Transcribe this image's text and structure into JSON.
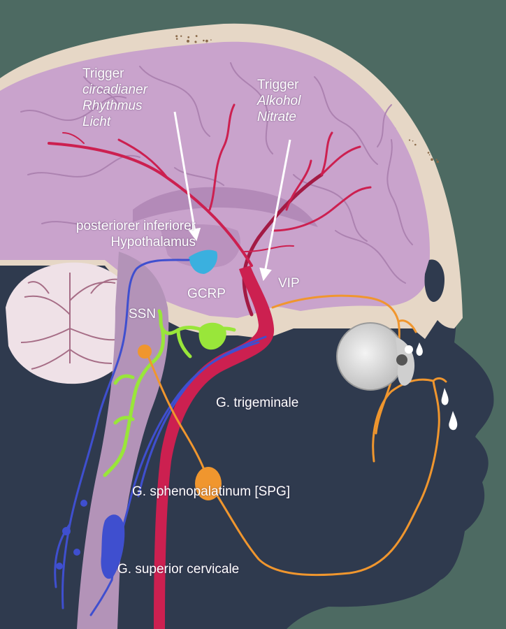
{
  "colors": {
    "background": "#4d6a62",
    "head": "#2f3a4e",
    "skull": "#e6d7c6",
    "brain": "#c9a3cc",
    "brain_dark": "#b38ab8",
    "brainstem": "#b393b8",
    "cerebellum": "#efe1e7",
    "artery": "#cc2050",
    "artery_dark": "#a31a44",
    "parasympathetic": "#f0962e",
    "sympathetic": "#3f4fcf",
    "ssn_nucleus": "#99e63a",
    "hypothalamus": "#3ab0df",
    "eye": "#dddddd",
    "tear": "#ffffff"
  },
  "labels": {
    "trigger1": {
      "title": "Trigger",
      "line1": "circadianer",
      "line2": "Rhythmus",
      "line3": "Licht"
    },
    "trigger2": {
      "title": "Trigger",
      "line1": "Alkohol",
      "line2": "Nitrate"
    },
    "hypothalamus": {
      "line1": "posteriorer inferiorer",
      "line2": "Hypothalamus"
    },
    "gcrp": "GCRP",
    "vip": "VIP",
    "ssn": "SSN",
    "trigeminal": "G. trigeminale",
    "spg": "G. sphenopalatinum [SPG]",
    "cervical": "G. superior cervicale"
  },
  "icons": [
    "trigger-arrow-icon",
    "tear-drop-icon",
    "eye-icon"
  ]
}
